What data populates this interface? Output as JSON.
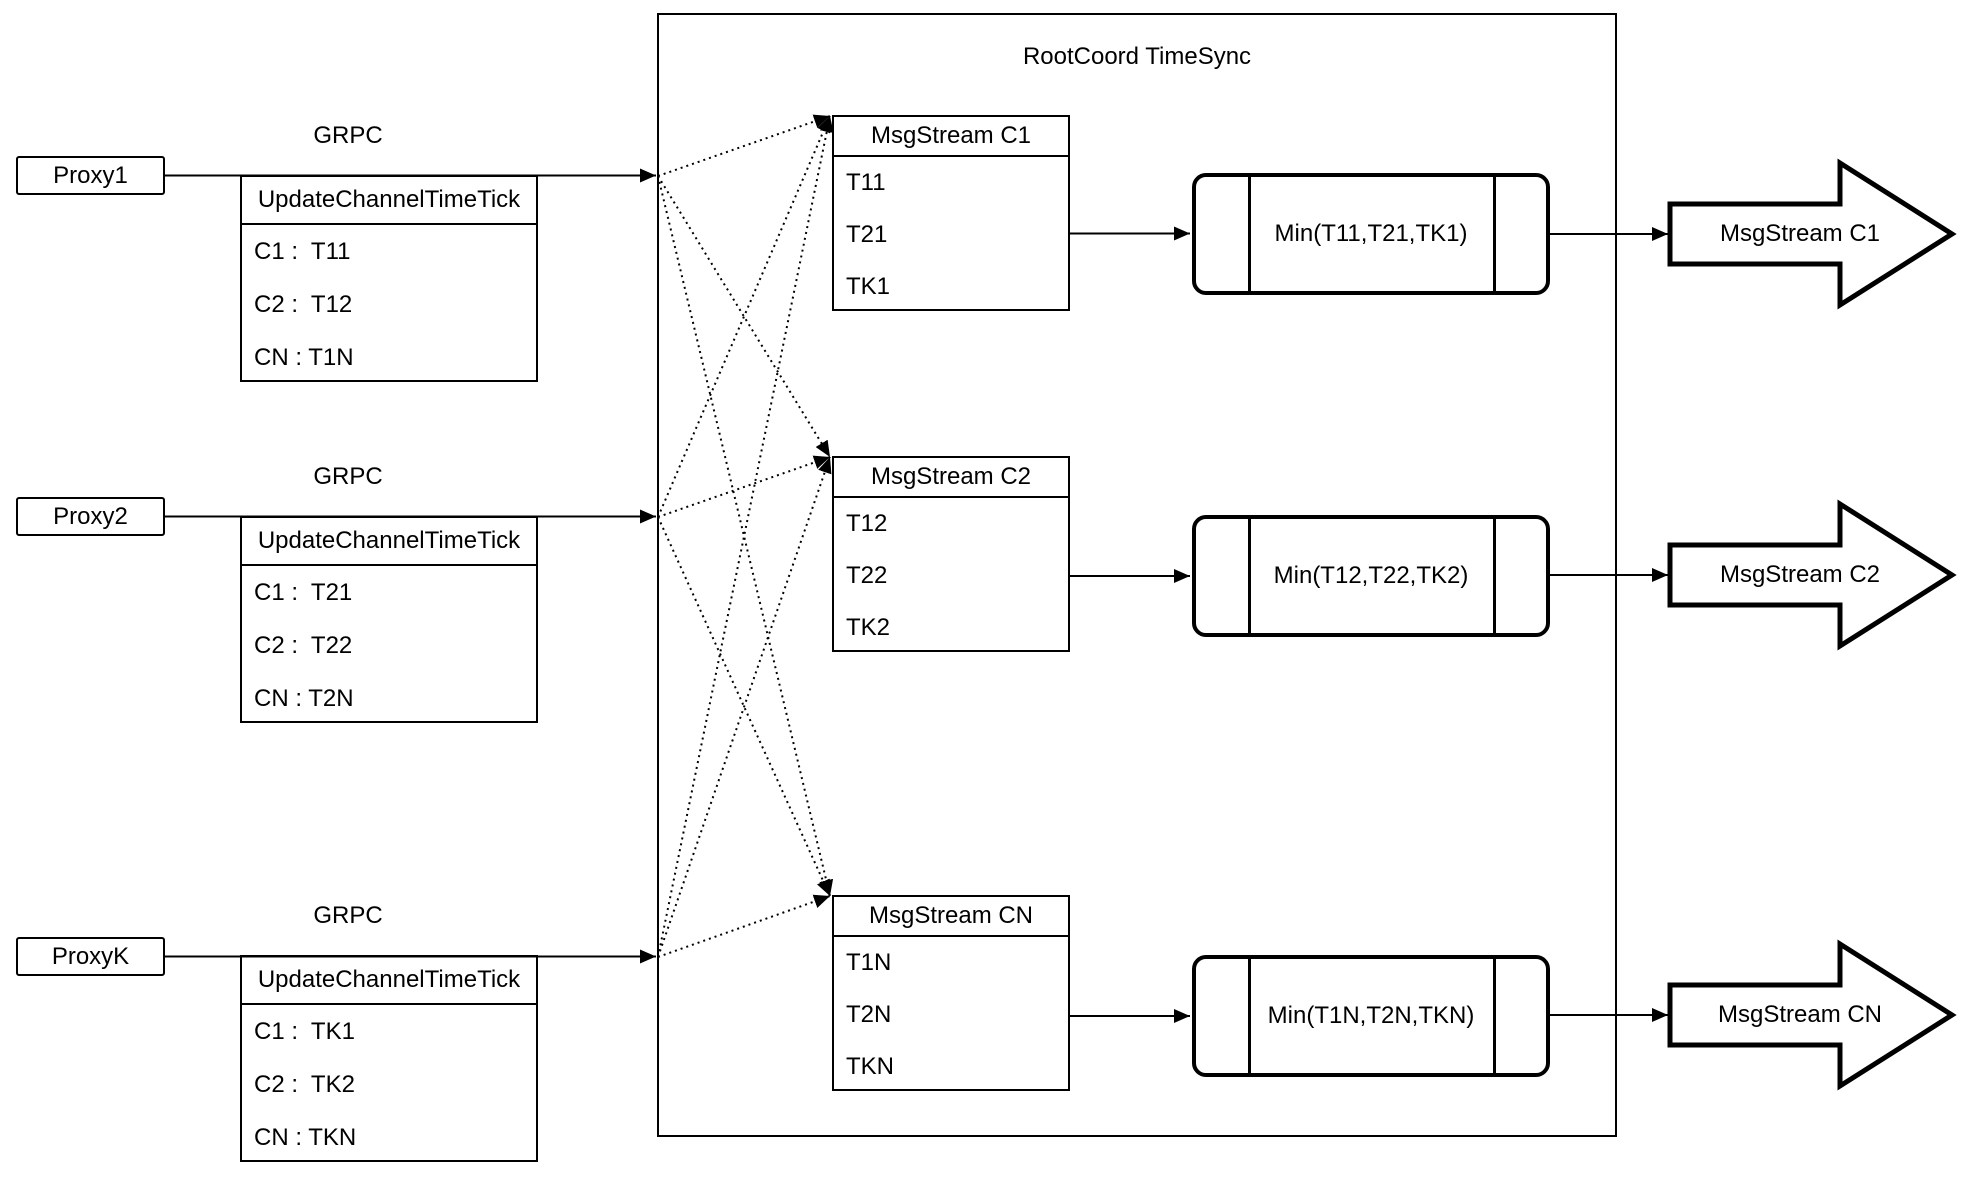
{
  "rootcoord": {
    "title": "RootCoord TimeSync"
  },
  "proxies": [
    {
      "name": "Proxy1",
      "protocol": "GRPC",
      "table_header": "UpdateChannelTimeTick",
      "rows": [
        "C1 :  T11",
        "C2 :  T12",
        "CN : T1N"
      ]
    },
    {
      "name": "Proxy2",
      "protocol": "GRPC",
      "table_header": "UpdateChannelTimeTick",
      "rows": [
        "C1 :  T21",
        "C2 :  T22",
        "CN : T2N"
      ]
    },
    {
      "name": "ProxyK",
      "protocol": "GRPC",
      "table_header": "UpdateChannelTimeTick",
      "rows": [
        "C1 :  TK1",
        "C2 :  TK2",
        "CN : TKN"
      ]
    }
  ],
  "streams": [
    {
      "header": "MsgStream C1",
      "rows": [
        "T11",
        "T21",
        "TK1"
      ],
      "min": "Min(T11,T21,TK1)",
      "output": "MsgStream C1"
    },
    {
      "header": "MsgStream C2",
      "rows": [
        "T12",
        "T22",
        "TK2"
      ],
      "min": "Min(T12,T22,TK2)",
      "output": "MsgStream C2"
    },
    {
      "header": "MsgStream CN",
      "rows": [
        "T1N",
        "T2N",
        "TKN"
      ],
      "min": "Min(T1N,T2N,TKN)",
      "output": "MsgStream CN"
    }
  ],
  "colors": {
    "stroke": "#000000",
    "background": "#ffffff"
  }
}
